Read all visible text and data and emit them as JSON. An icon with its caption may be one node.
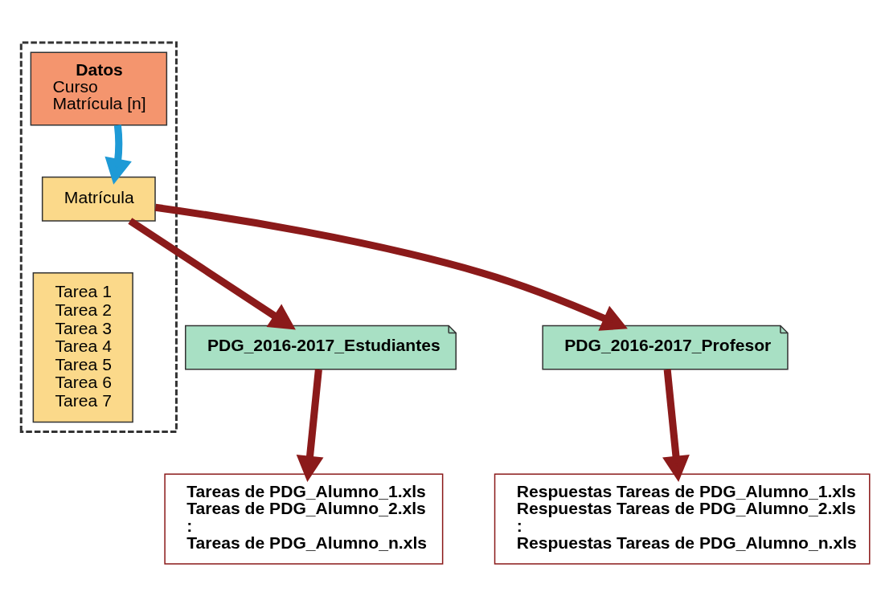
{
  "diagram": {
    "nodes": [
      {
        "text": [],
        "shape": "box"
      },
      {
        "text": [
          "Datos",
          "Curso",
          "Matrícula [n]"
        ],
        "in": 0
      },
      {
        "text": [
          "Matrícula"
        ],
        "in": 0
      },
      {
        "text": [
          "Tarea 1",
          "Tarea 2",
          "Tarea 3",
          "Tarea 4",
          "Tarea 5",
          "Tarea 6",
          "Tarea 7"
        ],
        "in": 0
      },
      {
        "text": [
          "PDG_2016-2017_Estudiantes"
        ]
      },
      {
        "text": [
          "Tareas de PDG_Alumno_1.xls",
          "Tareas de PDG_Alumno_2.xls",
          ":",
          "Tareas de PDG_Alumno_n.xls"
        ]
      },
      {
        "text": [
          "PDG_2016-2017_Profesor"
        ]
      },
      {
        "text": [
          "Respuestas Tareas de PDG_Alumno_1.xls",
          "Respuestas Tareas de PDG_Alumno_2.xls",
          ":",
          "Respuestas Tareas de PDG_Alumno_n.xls"
        ]
      }
    ],
    "edges": [
      {
        "from": 1,
        "to": 2,
        "arrow": "to",
        "color": "#1e9ad6"
      },
      {
        "from": 2,
        "to": 4,
        "arrow": "to"
      },
      {
        "from": 2,
        "to": 6,
        "arrow": "to"
      },
      {
        "from": 4,
        "to": 5,
        "arrow": "to"
      },
      {
        "from": 6,
        "to": 7,
        "arrow": "to"
      }
    ]
  }
}
